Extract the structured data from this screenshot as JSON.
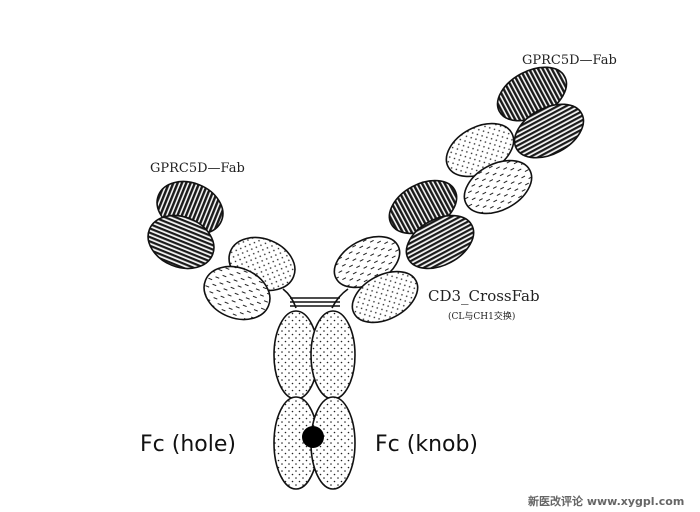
{
  "labels": {
    "fab_top": "GPRC5D—Fab",
    "fab_left": "GPRC5D—Fab",
    "crossfab": "CD3_CrossFab",
    "crossfab_note": "(CL与CH1交换)",
    "fc_hole": "Fc (hole)",
    "fc_knob": "Fc (knob)"
  },
  "watermark": "新医改评论 www.xygpl.com",
  "domains": {
    "fab_top": {
      "heavy_pattern": "dark-vertical-stripes",
      "light_pattern": "dark-horizontal-stripes",
      "constant_pattern": "dots-and-dashes"
    },
    "fab_left": {
      "heavy_pattern": "dark-vertical-stripes",
      "light_pattern": "dark-horizontal-stripes",
      "constant_pattern": "dots-and-dashes"
    },
    "crossfab": {
      "heavy_pattern": "dark-vertical-stripes",
      "light_pattern": "dark-horizontal-stripes",
      "constant_pattern": "dashes-and-dots"
    },
    "fc": {
      "pattern": "dots",
      "knob_into_hole": "black-dot"
    }
  }
}
